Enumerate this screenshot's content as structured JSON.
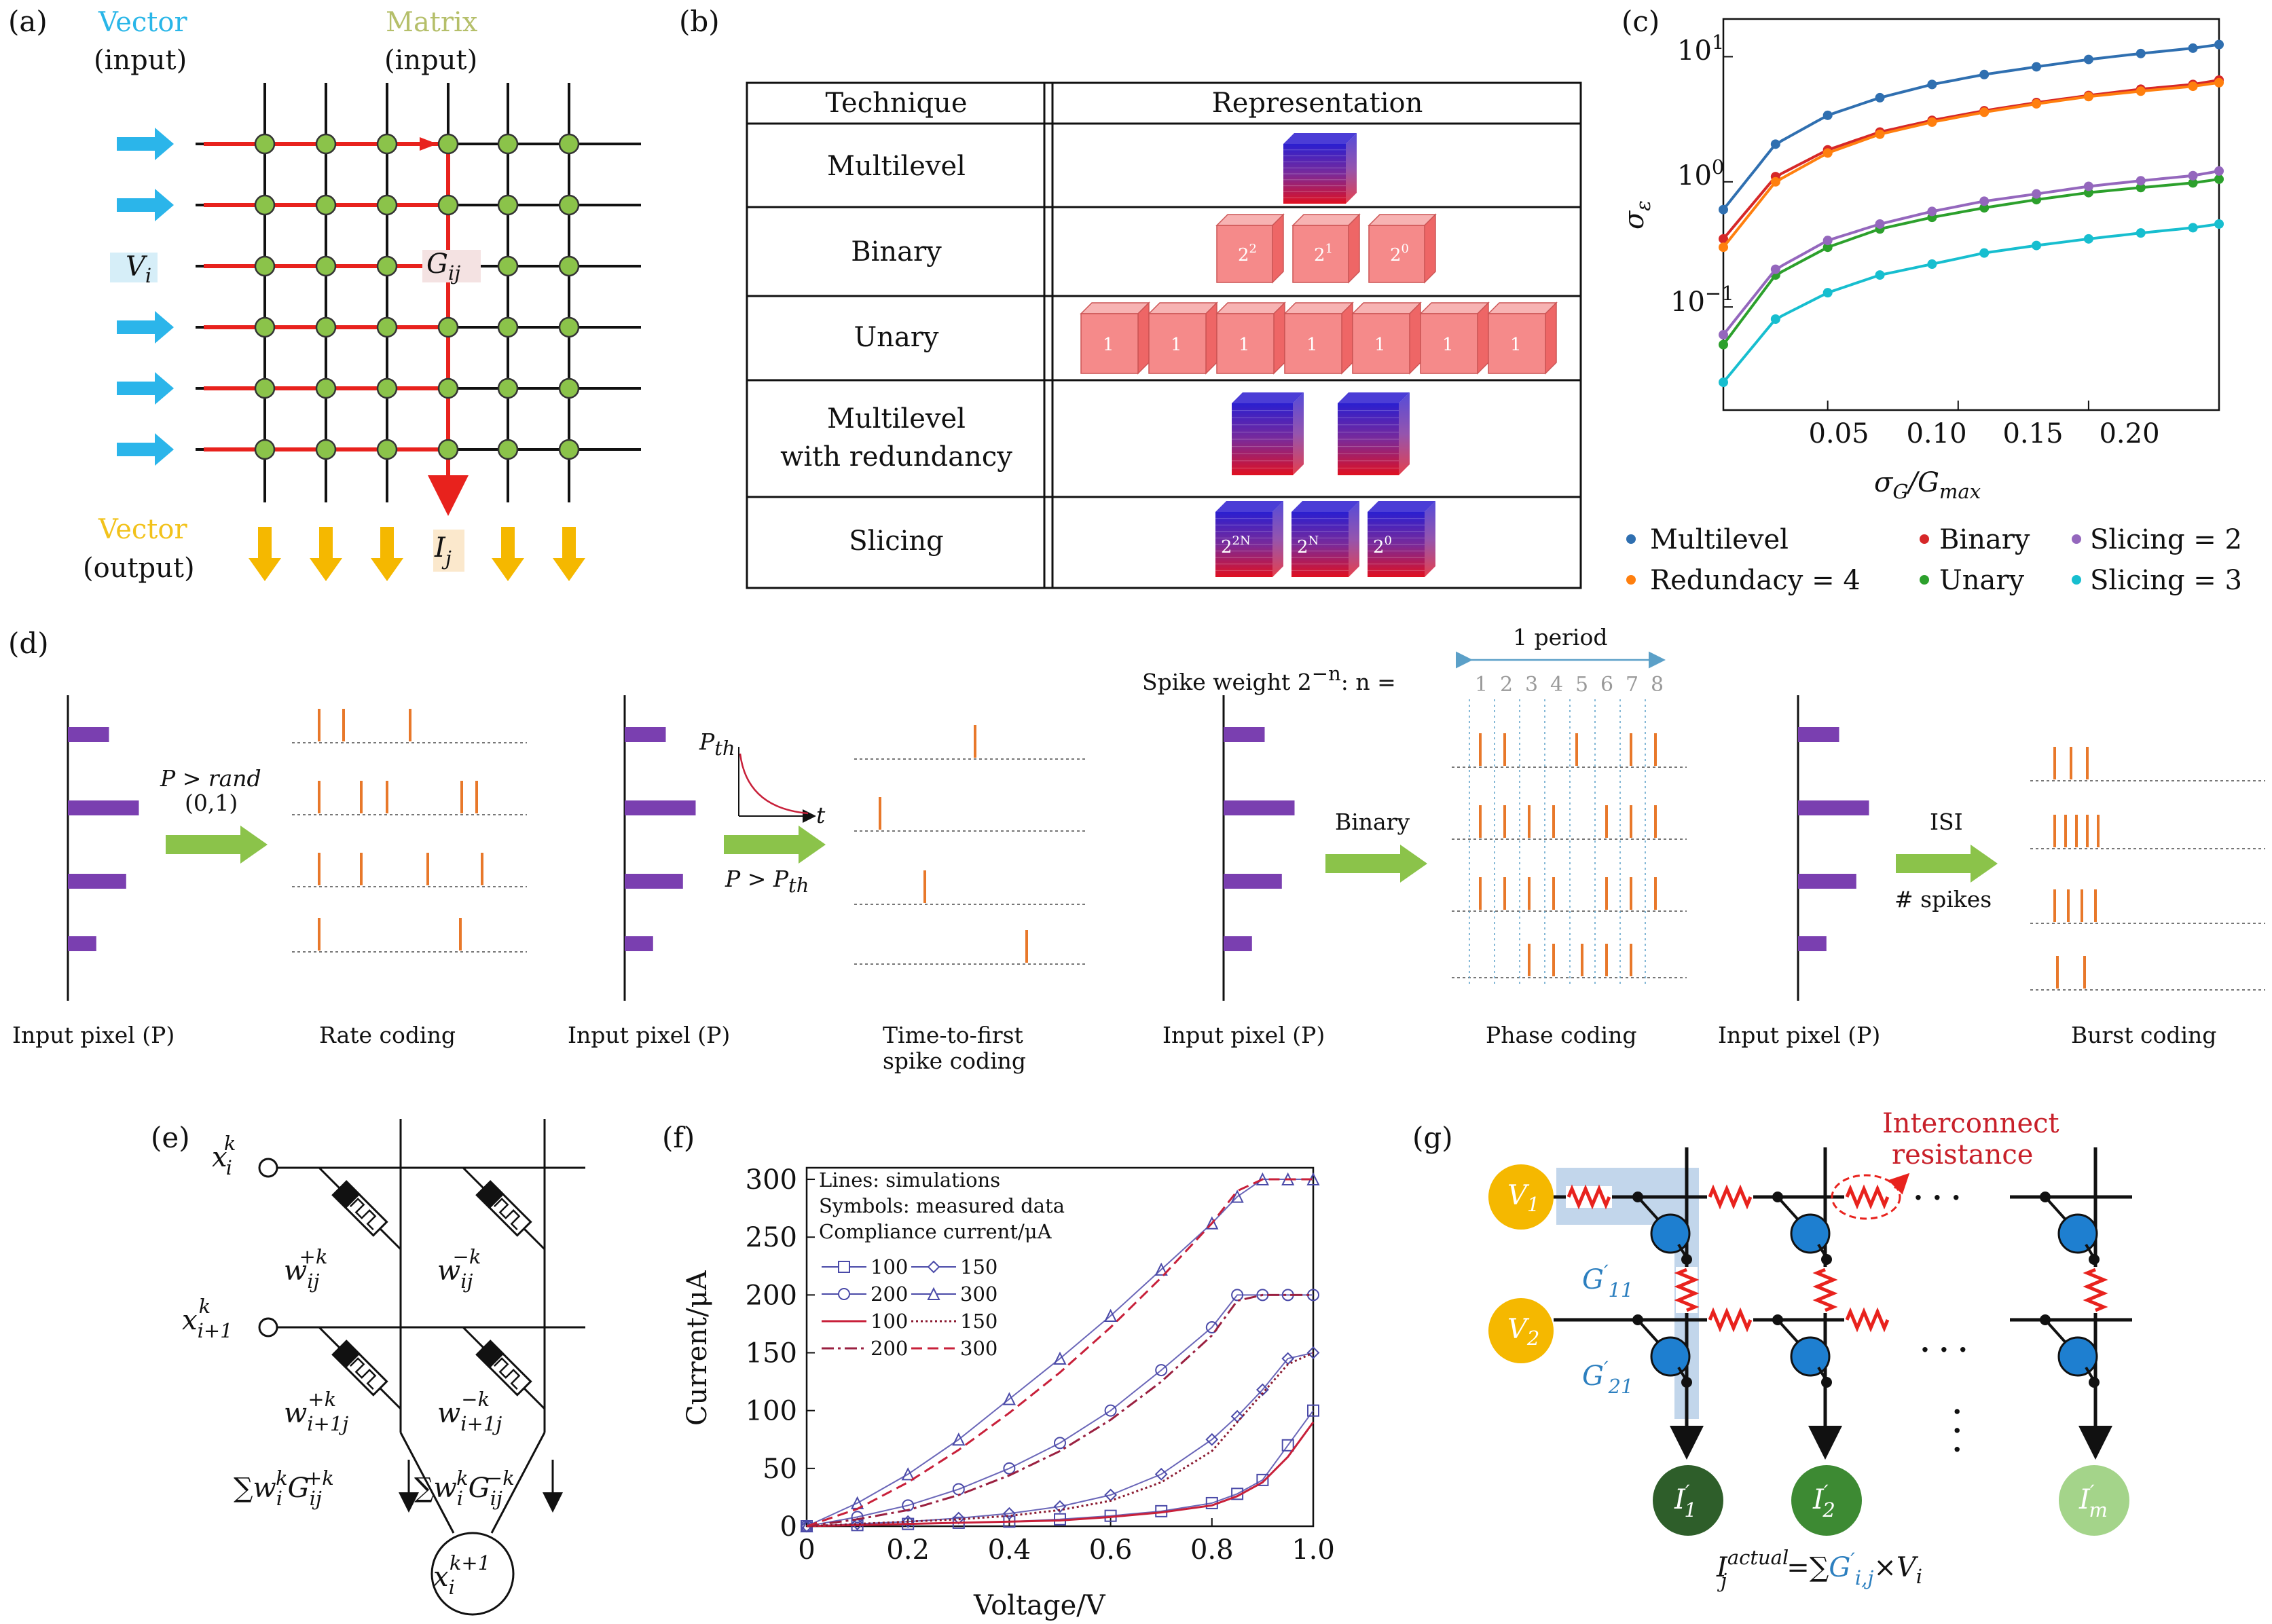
{
  "panel_labels": [
    "(a)",
    "(b)",
    "(c)",
    "(d)",
    "(e)",
    "(f)",
    "(g)"
  ],
  "panel_a": {
    "vector_in": "Vector",
    "vector_in_sub": "(input)",
    "matrix_in": "Matrix",
    "matrix_in_sub": "(input)",
    "vector_out": "Vector",
    "vector_out_sub": "(output)",
    "vi": "V",
    "vi_sub": "i",
    "gij": "G",
    "gij_sub": "ij",
    "ij": "I",
    "ij_sub": "j",
    "colors": {
      "vector_in": "#29b6e8",
      "matrix_in": "#b5bf6a",
      "vector_out": "#f2c21b",
      "arrow_in": "#2bb5ea",
      "arrow_out": "#f5b800",
      "path": "#e8221d",
      "node": "#8bc34a"
    }
  },
  "panel_b": {
    "headers": [
      "Technique",
      "Representation"
    ],
    "rows": [
      "Multilevel",
      "Binary",
      "Unary",
      "Multilevel",
      "with redundancy",
      "Slicing"
    ],
    "binary_cubes": [
      "2",
      "2",
      "2"
    ],
    "binary_exps": [
      "2",
      "1",
      "0"
    ],
    "unary_cube": "1",
    "slicing_cubes": [
      "2",
      "2",
      "2"
    ],
    "slicing_exps": [
      "2N",
      "N",
      "0"
    ]
  },
  "panel_c": {
    "ylabel": "σ",
    "ylabel_sub": "ε",
    "xlabel": "σ",
    "xlabel_sub": "G",
    "xlabel_den": "/G",
    "xlabel_den_sub": "max",
    "ytick_base": "10",
    "ytick_exps": [
      "1",
      "0",
      "−1"
    ],
    "xticks": [
      "0.05",
      "0.10",
      "0.15",
      "0.20"
    ],
    "legend": [
      "Multilevel",
      "Binary",
      "Slicing = 2",
      "Redundacy = 4",
      "Unary",
      "Slicing = 3"
    ]
  },
  "chart_data": [
    {
      "type": "line",
      "xlabel": "σG/Gmax",
      "ylabel": "σε",
      "yscale": "log",
      "xlim": [
        0.01,
        0.2
      ],
      "ylim": [
        0.015,
        20
      ],
      "x": [
        0.01,
        0.03,
        0.05,
        0.07,
        0.09,
        0.11,
        0.13,
        0.15,
        0.17,
        0.19,
        0.2
      ],
      "series": [
        {
          "name": "Multilevel",
          "color": "#2f6fb0",
          "values": [
            0.6,
            2.0,
            3.4,
            4.7,
            6.0,
            7.2,
            8.3,
            9.5,
            10.6,
            11.7,
            12.5
          ]
        },
        {
          "name": "Binary",
          "color": "#d62728",
          "values": [
            0.35,
            1.1,
            1.8,
            2.5,
            3.1,
            3.7,
            4.3,
            4.9,
            5.5,
            6.0,
            6.5
          ]
        },
        {
          "name": "Redundacy = 4",
          "color": "#ff7f0e",
          "values": [
            0.3,
            1.0,
            1.7,
            2.4,
            3.0,
            3.6,
            4.2,
            4.8,
            5.3,
            5.8,
            6.2
          ]
        },
        {
          "name": "Unary",
          "color": "#2ca02c",
          "values": [
            0.05,
            0.18,
            0.3,
            0.42,
            0.52,
            0.62,
            0.72,
            0.82,
            0.9,
            0.98,
            1.05
          ]
        },
        {
          "name": "Slicing = 2",
          "color": "#9467bd",
          "values": [
            0.06,
            0.2,
            0.34,
            0.46,
            0.58,
            0.7,
            0.8,
            0.92,
            1.02,
            1.12,
            1.22
          ]
        },
        {
          "name": "Slicing = 3",
          "color": "#17becf",
          "values": [
            0.025,
            0.08,
            0.13,
            0.18,
            0.22,
            0.27,
            0.31,
            0.35,
            0.39,
            0.43,
            0.46
          ]
        }
      ]
    },
    {
      "type": "line",
      "xlabel": "Voltage/V",
      "ylabel": "Current/μA",
      "xlim": [
        0,
        1.0
      ],
      "ylim": [
        0,
        310
      ],
      "xticks": [
        "0",
        "0.2",
        "0.4",
        "0.6",
        "0.8",
        "1.0"
      ],
      "yticks": [
        "0",
        "50",
        "100",
        "150",
        "200",
        "250",
        "300"
      ],
      "x": [
        0.0,
        0.1,
        0.2,
        0.3,
        0.4,
        0.5,
        0.6,
        0.7,
        0.8,
        0.85,
        0.9,
        0.95,
        1.0
      ],
      "series": [
        {
          "name": "100",
          "kind": "measured",
          "values": [
            0,
            1,
            2,
            3,
            4,
            6,
            9,
            13,
            20,
            28,
            40,
            70,
            100
          ]
        },
        {
          "name": "150",
          "kind": "measured",
          "values": [
            0,
            2,
            4,
            7,
            11,
            17,
            27,
            45,
            75,
            95,
            118,
            145,
            150
          ]
        },
        {
          "name": "200",
          "kind": "measured",
          "values": [
            0,
            8,
            18,
            32,
            50,
            72,
            100,
            135,
            172,
            200,
            200,
            200,
            200
          ]
        },
        {
          "name": "300",
          "kind": "measured",
          "values": [
            0,
            20,
            45,
            75,
            110,
            145,
            182,
            222,
            262,
            285,
            300,
            300,
            300
          ]
        },
        {
          "name": "100",
          "kind": "simulation",
          "values": [
            0,
            1,
            2,
            3,
            4,
            5,
            8,
            12,
            18,
            26,
            38,
            60,
            90
          ]
        },
        {
          "name": "150",
          "kind": "simulation",
          "values": [
            0,
            2,
            4,
            6,
            9,
            14,
            22,
            38,
            65,
            90,
            115,
            140,
            150
          ]
        },
        {
          "name": "200",
          "kind": "simulation",
          "values": [
            0,
            6,
            14,
            27,
            44,
            65,
            92,
            125,
            165,
            195,
            200,
            200,
            200
          ]
        },
        {
          "name": "300",
          "kind": "simulation",
          "values": [
            0,
            15,
            38,
            66,
            98,
            133,
            172,
            215,
            262,
            290,
            300,
            300,
            300
          ]
        }
      ]
    }
  ],
  "panel_d": {
    "input_pixel": "Input pixel (P)",
    "rate": {
      "cond": "P > rand",
      "cond2": "(0,1)",
      "caption": "Rate coding"
    },
    "ttfs": {
      "pth": "P",
      "pth_sub": "th",
      "t": "t",
      "cond": "P > P",
      "cond_sub": "th",
      "caption1": "Time-to-first",
      "caption2": "spike coding"
    },
    "phase": {
      "weight": "Spike weight 2",
      "weight_exp": "−n",
      "weight_tail": ": n =",
      "period": "1 period",
      "nums": [
        "1",
        "2",
        "3",
        "4",
        "5",
        "6",
        "7",
        "8"
      ],
      "arrow": "Binary",
      "caption": "Phase coding"
    },
    "burst": {
      "isi": "ISI",
      "spikes": "# spikes",
      "caption": "Burst coding"
    },
    "bars": [
      0.55,
      0.95,
      0.78,
      0.38
    ],
    "colors": {
      "bar": "#7a3fb0",
      "spike": "#e8782a",
      "arrow": "#8bc34a"
    }
  },
  "panel_e": {
    "x_i": "x",
    "x_i_sub": "i",
    "x_i_sup": "k",
    "x_i1": "x",
    "x_i1_sub": "i+1",
    "x_i1_sup": "k",
    "w1": "w",
    "w1_sub": "ij",
    "w1_sup": "+k",
    "w2": "w",
    "w2_sub": "ij",
    "w2_sup": "−k",
    "w3": "w",
    "w3_sub": "i+1j",
    "w3_sup": "+k",
    "w4": "w",
    "w4_sub": "i+1j",
    "w4_sup": "−k",
    "sum_pos": "∑w",
    "sum_pos_sup": "k",
    "sum_pos_sub": "i",
    "sum_pos_g": "G",
    "sum_pos_gsub": "ij",
    "sum_pos_gsup": "+k",
    "sum_neg": "∑w",
    "sum_neg_sup": "k",
    "sum_neg_sub": "i",
    "sum_neg_g": "G",
    "sum_neg_gsub": "ij",
    "sum_neg_gsup": "−k",
    "out": "x",
    "out_sub": "i",
    "out_sup": "k+1"
  },
  "panel_f": {
    "legend_lines": [
      "Lines: simulations",
      "Symbols: measured data",
      "Compliance current/μA"
    ],
    "legend_items": [
      "100",
      "150",
      "200",
      "300",
      "100",
      "150",
      "200",
      "300"
    ],
    "xlabel": "Voltage/V",
    "ylabel": "Current/μA"
  },
  "panel_g": {
    "title1": "Interconnect",
    "title2": "resistance",
    "v1": "V",
    "v1_sub": "1",
    "v2": "V",
    "v2_sub": "2",
    "g11": "G",
    "g11_sub": "11",
    "g21": "G",
    "g21_sub": "21",
    "prime": "′",
    "i1": "I",
    "i1_sub": "1",
    "i2": "I",
    "i2_sub": "2",
    "im": "I",
    "im_sub": "m",
    "eq_i": "I",
    "eq_sup": "actual",
    "eq_sub": "j",
    "eq_eq": "=∑",
    "eq_g": "G",
    "eq_gsub": "i,j",
    "eq_tail": "×V",
    "eq_tail_sub": "i",
    "dots": "· · ·",
    "colors": {
      "v": "#f5b800",
      "title": "#c8202a",
      "g": "#2c7fbf",
      "node": "#1e7fd0",
      "res": "#e8221d",
      "i1": "#2e5e2a",
      "i2": "#3d8a33",
      "im": "#a4d48a",
      "shade": "#a8c4e2"
    }
  }
}
